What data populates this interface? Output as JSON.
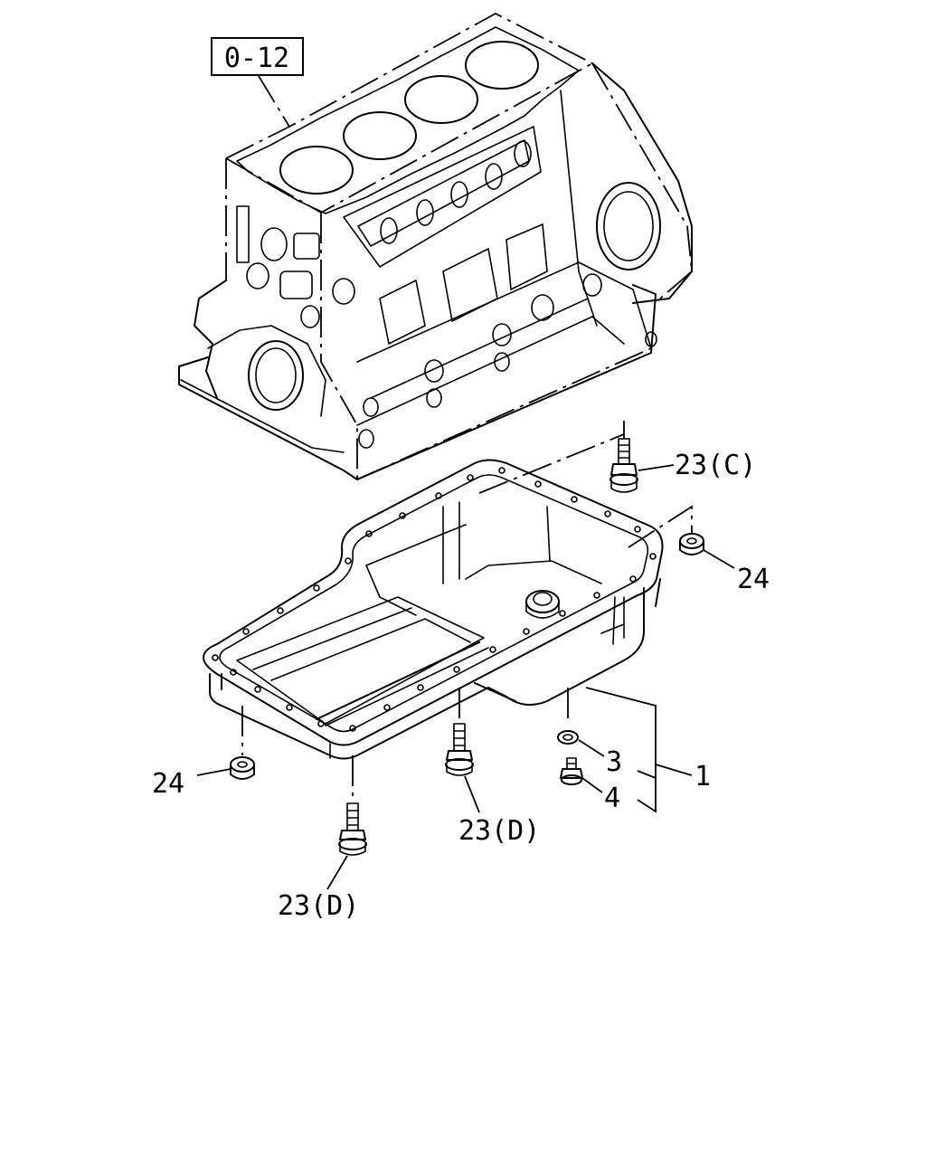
{
  "reference_box": "0-12",
  "callouts": {
    "bolt_c": "23(C)",
    "nut_right": "24",
    "nut_left": "24",
    "washer": "3",
    "drain_plug": "4",
    "oil_pan": "1",
    "bolt_d_mid": "23(D)",
    "bolt_d_low": "23(D)"
  }
}
